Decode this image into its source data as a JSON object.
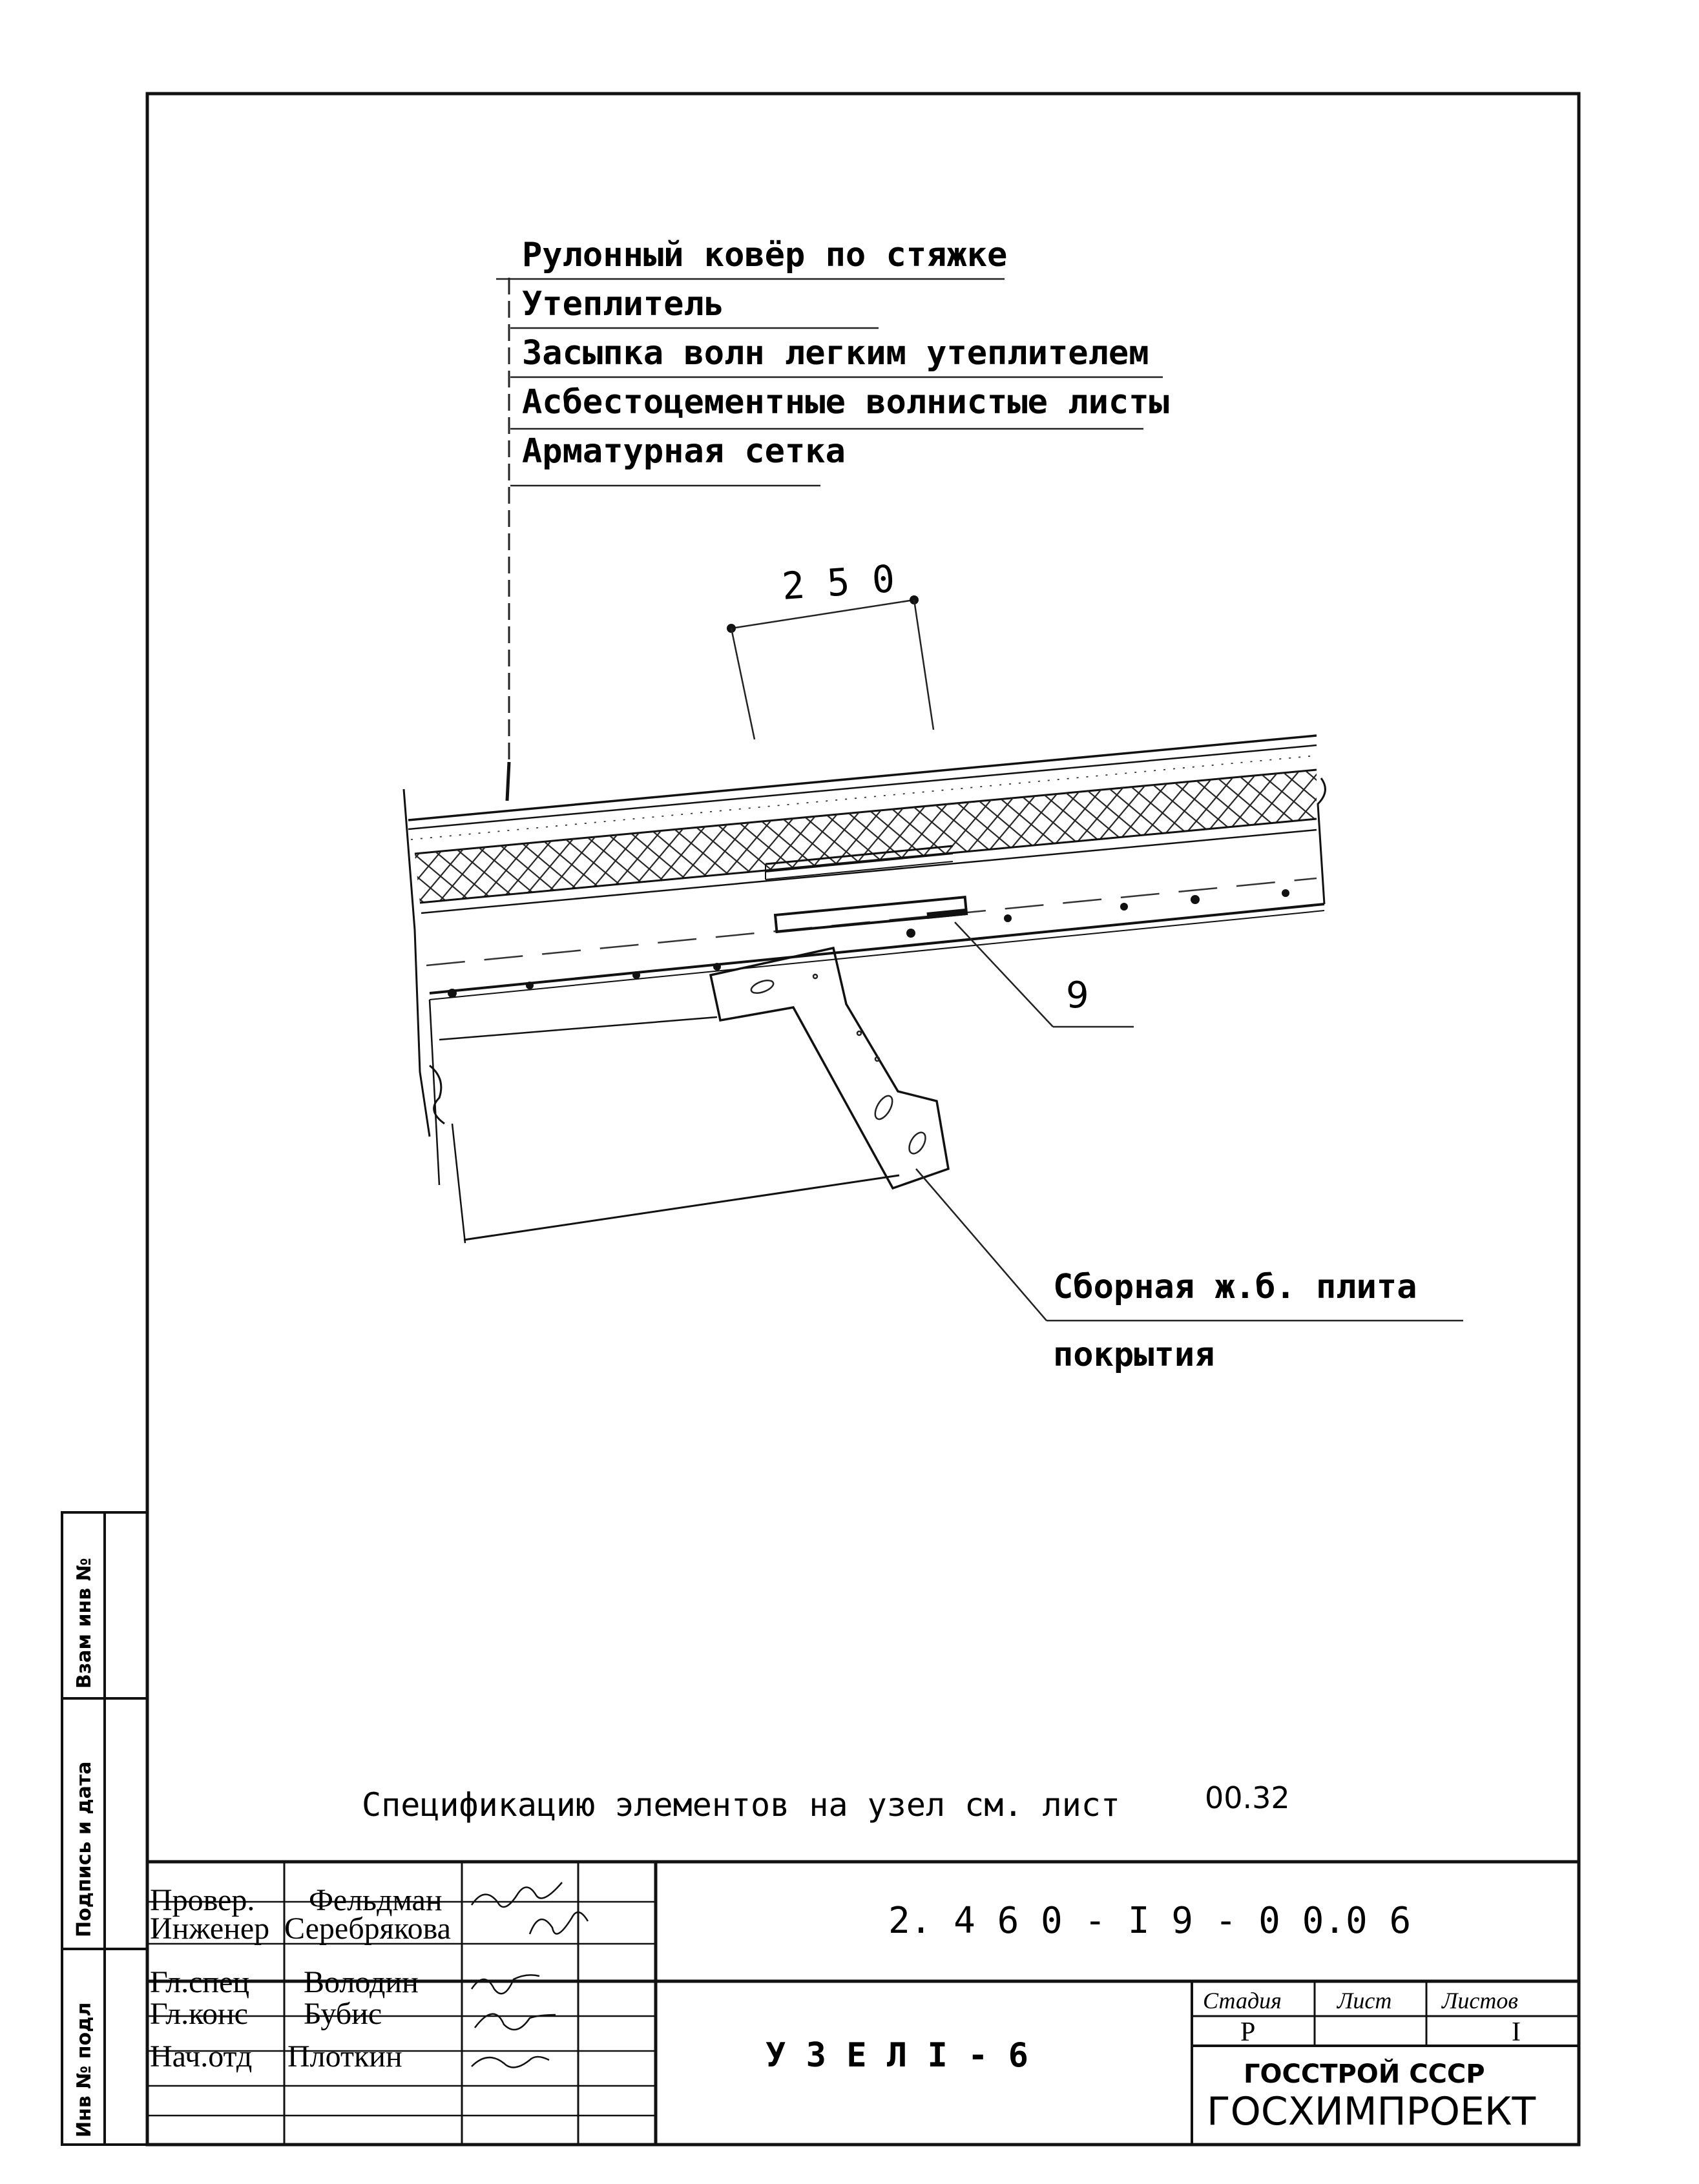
{
  "drawing": {
    "layer_labels": [
      "Рулонный  ковёр  по  стяжке",
      "Утеплитель",
      "Засыпка волн легким утеплителем",
      "Асбестоцементные волнистые листы",
      "Арматурная  сетка"
    ],
    "dimension": "2 5 0",
    "callout_number": "9",
    "slab_label_line1": "Сборная ж.б. плита",
    "slab_label_line2": "покрытия"
  },
  "spec_note": {
    "text": "Спецификацию  элементов на узел  см. лист",
    "sheet_ref": "00.32"
  },
  "side_stamp": {
    "vzam": "Взам инв №",
    "podpis": "Подпись и дата",
    "inv": "Инв № подл"
  },
  "title_block": {
    "rows": [
      {
        "role": "Провер.",
        "name": "Фельдман"
      },
      {
        "role": "Инженер",
        "name": "Серебрякова"
      },
      {
        "role": "Гл.спец",
        "name": "Володин"
      },
      {
        "role": "Гл.конс",
        "name": "Бубис"
      },
      {
        "role": "Нач.отд",
        "name": "Плоткин"
      }
    ],
    "code": "2. 4 6 0 - I 9 -  0 0.0 6",
    "node_title": "У З Е Л  I - 6",
    "stage_header": "Стадия",
    "sheet_header": "Лист",
    "sheets_header": "Листов",
    "stage": "Р",
    "sheet": "",
    "sheets": "I",
    "org1": "ГОССТРОЙ СССР",
    "org2": "ГОСХИМПРОЕКТ"
  }
}
